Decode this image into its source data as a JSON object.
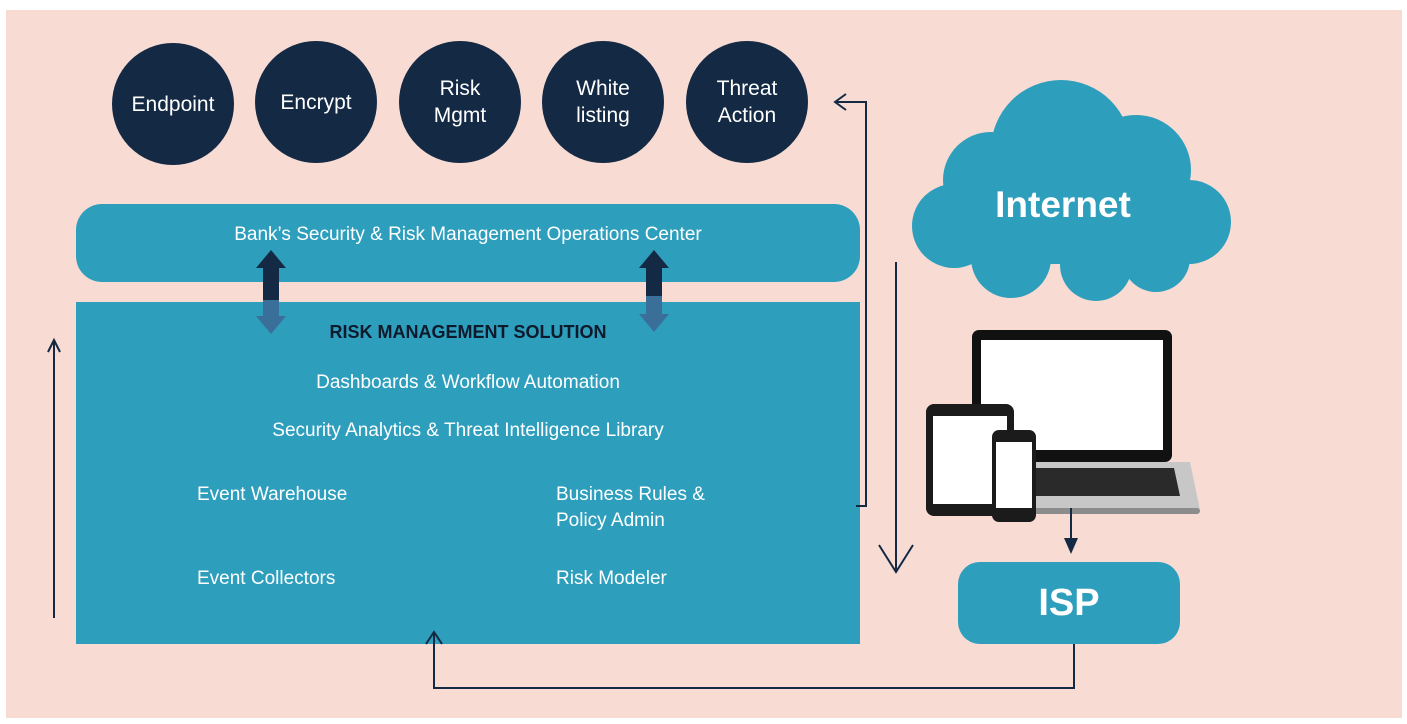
{
  "tools": [
    {
      "label": "Endpoint"
    },
    {
      "label": "Encrypt"
    },
    {
      "label": "Risk\nMgmt"
    },
    {
      "label": "White\nlisting"
    },
    {
      "label": "Threat\nAction"
    }
  ],
  "soc": {
    "label": "Bank’s Security & Risk Management Operations Center"
  },
  "solution": {
    "title": "RISK MANAGEMENT SOLUTION",
    "dashboards": "Dashboards & Workflow Automation",
    "analytics": "Security Analytics & Threat Intelligence Library",
    "event_warehouse": "Event Warehouse",
    "business_rules_line1": "Business Rules &",
    "business_rules_line2": "Policy Admin",
    "event_collectors": "Event Collectors",
    "risk_modeler": "Risk Modeler"
  },
  "internet": {
    "label": "Internet"
  },
  "isp": {
    "label": "ISP"
  },
  "devices": {
    "icon": "laptop-tablet-phone-icon"
  },
  "colors": {
    "background": "#f8dcd3",
    "navy": "#142944",
    "teal": "#2e9ebd",
    "arrow_dark": "#142944",
    "arrow_mid": "#3a6f9a"
  }
}
